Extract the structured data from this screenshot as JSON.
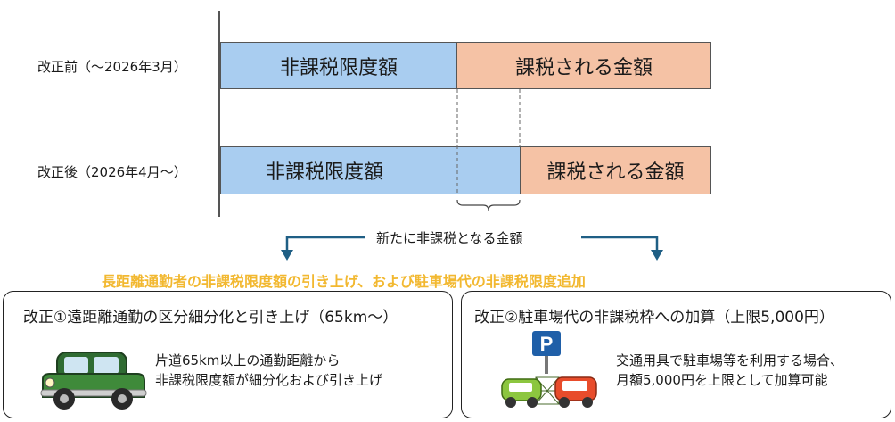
{
  "rows": [
    {
      "label": "改正前（～2026年3月）",
      "left_segment": "非課税限度額",
      "right_segment": "課税される金額"
    },
    {
      "label": "改正後（2026年4月～）",
      "left_segment": "非課税限度額",
      "right_segment": "課税される金額"
    }
  ],
  "bracket_label": "新たに非課税となる金額",
  "headline": "長距離通勤者の非課税限度額の引き上げ、および駐車場代の非課税限度追加",
  "panels": [
    {
      "title": "改正①遠距離通勤の区分細分化と引き上げ（65km～）",
      "lines": [
        "片道65km以上の通勤距離から",
        "非課税限度額が細分化および引き上げ"
      ]
    },
    {
      "title": "改正②駐車場代の非課税枠への加算（上限5,000円）",
      "lines": [
        "交通用具で駐車場等を利用する場合、",
        "月額5,000円を上限として加算可能"
      ]
    }
  ],
  "parking_sign": "P",
  "colors": {
    "blue": "#a9cdf0",
    "salmon": "#f5c2a5",
    "arrow": "#1f5f85",
    "headline": "#f2b830"
  }
}
